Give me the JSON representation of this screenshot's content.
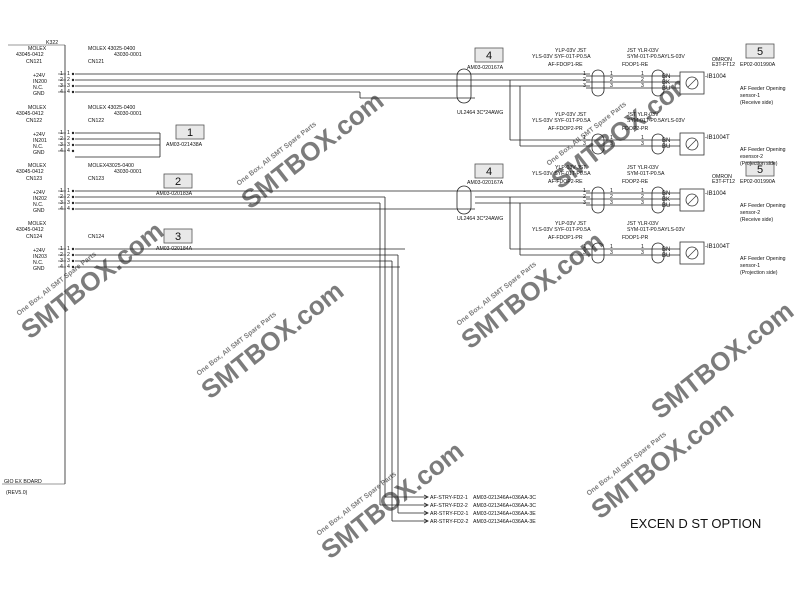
{
  "board": {
    "ref": "K322",
    "name": "GIO EX BOARD",
    "rev": "(REV5.0)"
  },
  "connectors": [
    {
      "id": "CN121",
      "molex": "MOLEX",
      "part": "43045-0412",
      "pins": [
        "+24V",
        "IN200",
        "N.C.",
        "GND"
      ],
      "mate_a": "MOLEX  43025-0400",
      "mate_b": "43030-0001"
    },
    {
      "id": "CN122",
      "molex": "MOLEX",
      "part": "43045-0412",
      "pins": [
        "+24V",
        "IN201",
        "N.C.",
        "GND"
      ],
      "mate_a": "MOLEX  43025-0400",
      "mate_b": "43030-0001"
    },
    {
      "id": "CN123",
      "molex": "MOLEX",
      "part": "43045-0412",
      "pins": [
        "+24V",
        "IN202",
        "N.C.",
        "GND"
      ],
      "mate_a": "MOLEX43025-0400",
      "mate_b": "43030-0001"
    },
    {
      "id": "CN124",
      "molex": "MOLEX",
      "part": "43045-0412",
      "pins": [
        "+24V",
        "IN203",
        "N.C.",
        "GND"
      ]
    }
  ],
  "pin_numbers": [
    "1",
    "2",
    "3",
    "4"
  ],
  "callouts": [
    {
      "num": "4",
      "part": "AM03-020167A",
      "cable": "UL2464 3C*24AWG"
    },
    {
      "num": "1",
      "part": "AM03-021438A"
    },
    {
      "num": "2",
      "part": "AM03-020183A"
    },
    {
      "num": "4",
      "part": "AM03-020167A",
      "cable": "UL2464 3C*24AWG"
    },
    {
      "num": "3",
      "part": "AM03-020184A"
    },
    {
      "num": "5",
      "part": "EP02-001990A",
      "model": "OMRON",
      "model2": "E3T-FT12"
    },
    {
      "num": "5",
      "part": "EP02-001990A",
      "model": "OMRON",
      "model2": "E3T-FT12"
    }
  ],
  "sensor_blocks": [
    {
      "hdr1": "YLP-03V   JST",
      "hdr2": "YLS-03V SYF-01T-P0.5A",
      "hdr3": "JST   YLR-03V",
      "hdr4": "SYM-01T-P0.5AYLS-03V",
      "left_label": "AF-FDOP1-RE",
      "right_label": "FDOP1-RE",
      "wire_labels": [
        "BN",
        "BK",
        "BU"
      ],
      "model": "-IB1004",
      "desc": [
        "AF Feeder Opening",
        "sensor-1",
        "(Receive side)"
      ]
    },
    {
      "hdr1": "YLP-03V   JST",
      "hdr2": "YLS-03V SYF-01T-P0.5A",
      "hdr3": "JST   YLR-03V",
      "hdr4": "SYM-01T-P0.5AYLS-03V",
      "left_label": "AF-FDOP2-PR",
      "right_label": "FDOP2-PR",
      "wire_labels": [
        "BN",
        "BU"
      ],
      "model": "-IB1004T",
      "desc": [
        "AF Feeder Opening",
        "esensor-2",
        "(Projection side)"
      ]
    },
    {
      "hdr1": "YLP-03V   JST",
      "hdr2": "YLS-03V SYF-01T-P0.5A",
      "hdr3": "JST   YLR-03V",
      "hdr4": "SYM-01T-P0.5A",
      "left_label": "AF-FDOP2-RE",
      "right_label": "FDOP2-RE",
      "wire_labels": [
        "BN",
        "BK",
        "BU"
      ],
      "model": "-IB1004",
      "desc": [
        "AF Feeder Opening",
        "sensor-2",
        "(Receive side)"
      ]
    },
    {
      "hdr1": "YLP-03V   JST",
      "hdr2": "YLS-03V SYF-01T-P0.5A",
      "hdr3": "JST   YLR-03V",
      "hdr4": "SYM-01T-P0.5AYLS-03V",
      "left_label": "AF-FDOP1-PR",
      "right_label": "FDOP1-PR",
      "wire_labels": [
        "BN",
        "BU"
      ],
      "model": "-IB1004T",
      "desc": [
        "AF Feeder Opening",
        "sensor-1",
        "(Projection side)"
      ]
    }
  ],
  "bottom_signals": [
    {
      "label": "AF-STRY-FD2-1",
      "part": "AM03-021346A+036AA-3C"
    },
    {
      "label": "AF-STRY-FD2-2",
      "part": "AM03-021346A+036AA-3C"
    },
    {
      "label": "AR-STRY-FD2-1",
      "part": "AM03-021346A+036AA-3E"
    },
    {
      "label": "AR-STRY-FD2-2",
      "part": "AM03-021346A+036AA-3E"
    }
  ],
  "title": "EXCEN D ST OPTION",
  "watermark": {
    "text": "SMTBOX.com",
    "sub": "One Box, All SMT Spare Parts"
  }
}
